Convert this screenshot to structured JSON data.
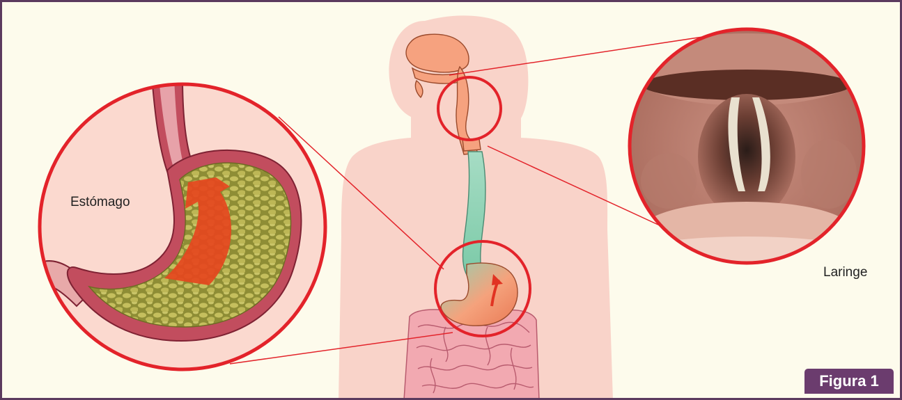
{
  "labels": {
    "stomach": "Estómago",
    "larynx": "Laringe",
    "figure": "Figura 1"
  },
  "colors": {
    "background": "#fdfbec",
    "frame": "#5b3a5e",
    "callout_ring": "#e3232a",
    "body_silhouette": "#f9d3c9",
    "esophagus": "#8fd3b7",
    "reflux_arrow": "#e5461e",
    "figure_badge": "#6b3c6e"
  },
  "icons": {
    "stomach_detail": "stomach-cross-section-illustration",
    "larynx_detail": "vocal-cords-endoscopy-photo",
    "body": "human-torso-silhouette"
  }
}
